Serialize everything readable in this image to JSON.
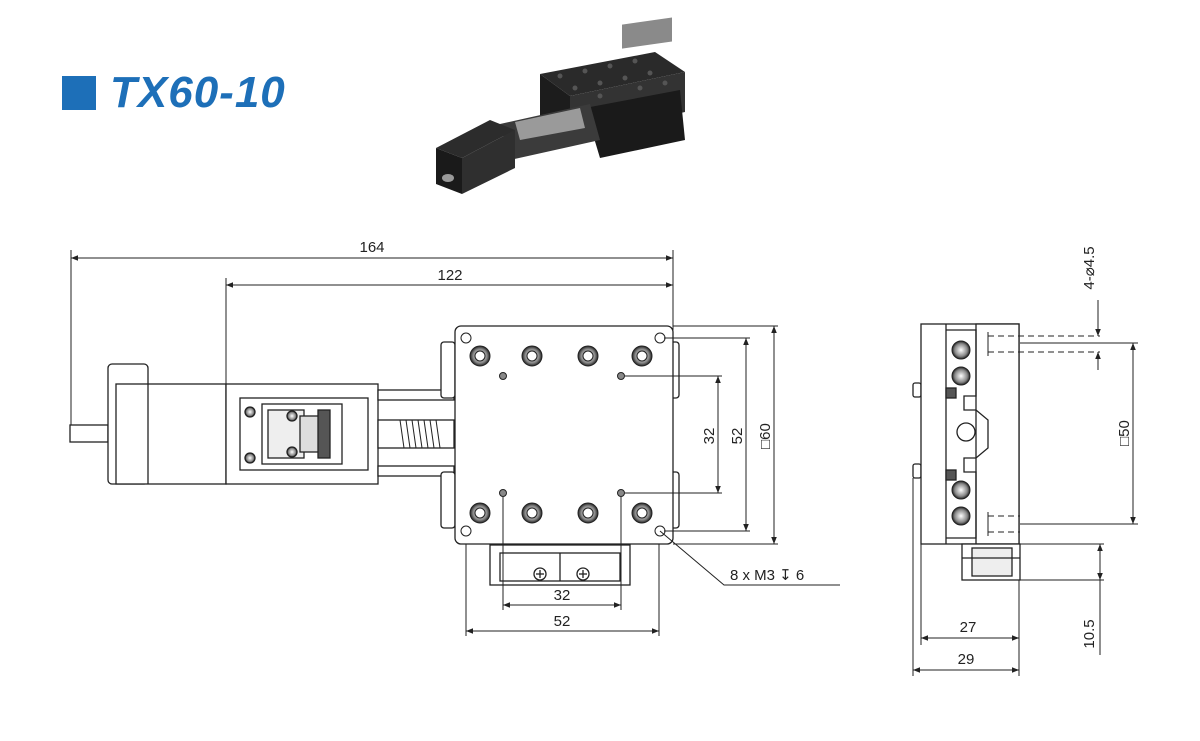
{
  "title": "TX60-10",
  "colors": {
    "accent": "#1d6fb8",
    "line": "#222222",
    "body": "#3a3a3a"
  },
  "dimensions": {
    "top_view": {
      "overall_length": "164",
      "stage_to_motor_length": "122",
      "hole_spacing_vertical_inner": "32",
      "hole_spacing_vertical_outer": "52",
      "stage_size": "□60",
      "bottom_spacing_inner": "32",
      "bottom_spacing_outer": "52",
      "thread_callout": "8 x  M3 ↧ 6"
    },
    "side_view": {
      "through_holes": "4-⌀4.5",
      "hole_pitch": "□50",
      "height_base": "27",
      "height_total": "29",
      "connector_offset": "10.5"
    }
  },
  "product_photo": {
    "icon": "stage-photo-icon"
  }
}
